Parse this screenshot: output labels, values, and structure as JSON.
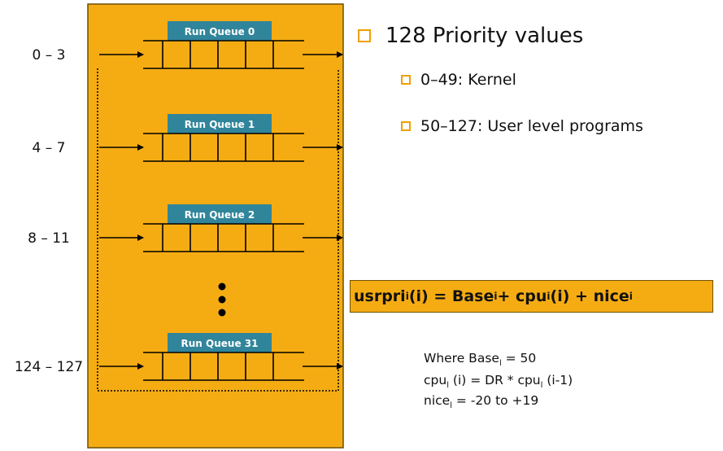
{
  "diagram": {
    "queues": [
      {
        "label": "Run Queue 0",
        "range": "0 – 3"
      },
      {
        "label": "Run Queue 1",
        "range": "4 – 7"
      },
      {
        "label": "Run Queue 2",
        "range": "8 – 11"
      },
      {
        "label": "Run Queue 31",
        "range": "124 – 127"
      }
    ],
    "panel_color": "#f5ac13",
    "label_color": "#31859b"
  },
  "bullets": {
    "main": "128 Priority values",
    "sub": [
      "0–49:  Kernel",
      "50–127: User level programs"
    ]
  },
  "formula": {
    "lhs": "usrpri",
    "lhs_sub": "i",
    "lhs_arg": " (i) = Base",
    "base_sub": "i",
    "plus1": " + cpu",
    "cpu_sub": "i",
    "cpu_arg": " (i) + nice",
    "nice_sub": "i"
  },
  "notes": {
    "line1_a": "Where Base",
    "line1_sub": "l",
    "line1_b": " = 50",
    "line2_a": "cpu",
    "line2_sub": "l",
    "line2_b": " (i) = DR * cpu",
    "line2_sub2": "l",
    "line2_c": " (i-1)",
    "line3_a": "nice",
    "line3_sub": "l",
    "line3_b": "  = -20 to +19"
  }
}
